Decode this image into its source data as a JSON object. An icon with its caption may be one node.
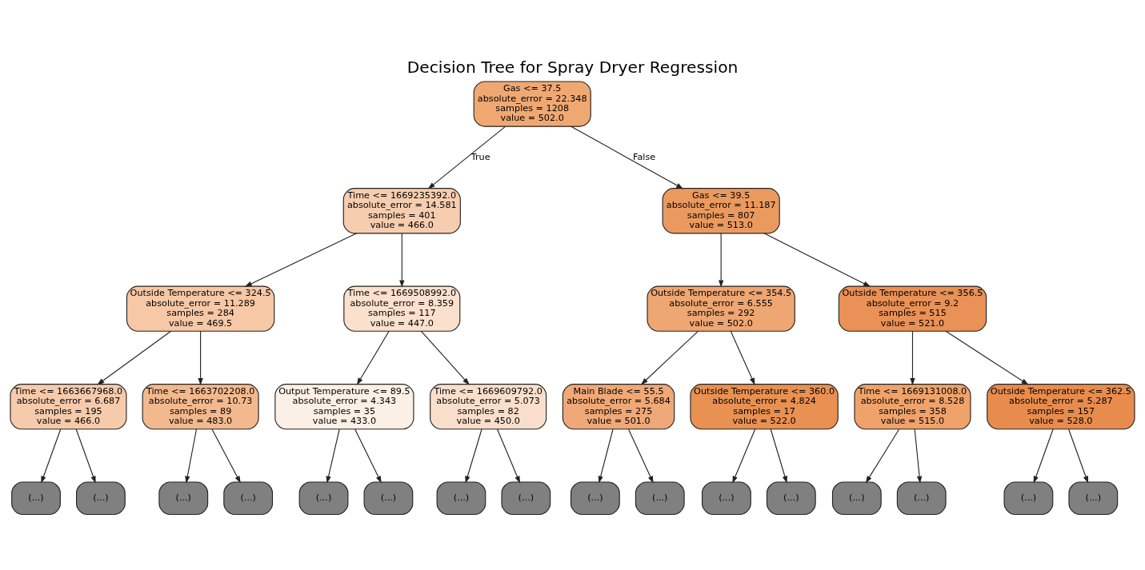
{
  "diagram": {
    "title": "Decision Tree for Spray Dryer Regression",
    "nodes": [
      {
        "text": [
          "Gas <= 37.5",
          "absolute_error = 22.348",
          "samples = 1208",
          "value = 502.0"
        ]
      },
      {
        "text": [
          "Time <= 1669235392.0",
          "absolute_error = 14.581",
          "samples = 401",
          "value = 466.0"
        ]
      },
      {
        "text": [
          "Gas <= 39.5",
          "absolute_error = 11.187",
          "samples = 807",
          "value = 513.0"
        ]
      },
      {
        "text": [
          "Outside Temperature <= 324.5",
          "absolute_error = 11.289",
          "samples = 284",
          "value = 469.5"
        ]
      },
      {
        "text": [
          "Time <= 1669508992.0",
          "absolute_error = 8.359",
          "samples = 117",
          "value = 447.0"
        ]
      },
      {
        "text": [
          "Outside Temperature <= 354.5",
          "absolute_error = 6.555",
          "samples = 292",
          "value = 502.0"
        ]
      },
      {
        "text": [
          "Outside Temperature <= 356.5",
          "absolute_error = 9.2",
          "samples = 515",
          "value = 521.0"
        ]
      },
      {
        "text": [
          "Time <= 1663667968.0",
          "absolute_error = 6.687",
          "samples = 195",
          "value = 466.0"
        ]
      },
      {
        "text": [
          "Time <= 1663702208.0",
          "absolute_error = 10.73",
          "samples = 89",
          "value = 483.0"
        ]
      },
      {
        "text": [
          "Output Temperature <= 89.5",
          "absolute_error = 4.343",
          "samples = 35",
          "value = 433.0"
        ]
      },
      {
        "text": [
          "Time <= 1669609792.0",
          "absolute_error = 5.073",
          "samples = 82",
          "value = 450.0"
        ]
      },
      {
        "text": [
          "Main Blade <= 55.5",
          "absolute_error = 5.684",
          "samples = 275",
          "value = 501.0"
        ]
      },
      {
        "text": [
          "Outside Temperature <= 360.0",
          "absolute_error = 4.824",
          "samples = 17",
          "value = 522.0"
        ]
      },
      {
        "text": [
          "Time <= 1669131008.0",
          "absolute_error = 8.528",
          "samples = 358",
          "value = 515.0"
        ]
      },
      {
        "text": [
          "Outside Temperature <= 362.5",
          "absolute_error = 5.287",
          "samples = 157",
          "value = 528.0"
        ]
      },
      {
        "text": [
          "(...)"
        ]
      },
      {
        "text": [
          "(...)"
        ]
      },
      {
        "text": [
          "(...)"
        ]
      },
      {
        "text": [
          "(...)"
        ]
      },
      {
        "text": [
          "(...)"
        ]
      },
      {
        "text": [
          "(...)"
        ]
      },
      {
        "text": [
          "(...)"
        ]
      },
      {
        "text": [
          "(...)"
        ]
      },
      {
        "text": [
          "(...)"
        ]
      },
      {
        "text": [
          "(...)"
        ]
      },
      {
        "text": [
          "(...)"
        ]
      },
      {
        "text": [
          "(...)"
        ]
      },
      {
        "text": [
          "(...)"
        ]
      },
      {
        "text": [
          "(...)"
        ]
      },
      {
        "text": [
          "(...)"
        ]
      },
      {
        "text": [
          "(...)"
        ]
      }
    ],
    "edges": [
      {
        "from": 0,
        "to": 1,
        "arrow": "to",
        "label": "True"
      },
      {
        "from": 0,
        "to": 2,
        "arrow": "to",
        "label": "False"
      },
      {
        "from": 1,
        "to": 3,
        "arrow": "to"
      },
      {
        "from": 1,
        "to": 4,
        "arrow": "to"
      },
      {
        "from": 2,
        "to": 5,
        "arrow": "to"
      },
      {
        "from": 2,
        "to": 6,
        "arrow": "to"
      },
      {
        "from": 3,
        "to": 7,
        "arrow": "to"
      },
      {
        "from": 3,
        "to": 8,
        "arrow": "to"
      },
      {
        "from": 4,
        "to": 9,
        "arrow": "to"
      },
      {
        "from": 4,
        "to": 10,
        "arrow": "to"
      },
      {
        "from": 5,
        "to": 11,
        "arrow": "to"
      },
      {
        "from": 5,
        "to": 12,
        "arrow": "to"
      },
      {
        "from": 6,
        "to": 13,
        "arrow": "to"
      },
      {
        "from": 6,
        "to": 14,
        "arrow": "to"
      },
      {
        "from": 7,
        "to": 15,
        "arrow": "to"
      },
      {
        "from": 7,
        "to": 16,
        "arrow": "to"
      },
      {
        "from": 8,
        "to": 17,
        "arrow": "to"
      },
      {
        "from": 8,
        "to": 18,
        "arrow": "to"
      },
      {
        "from": 9,
        "to": 19,
        "arrow": "to"
      },
      {
        "from": 9,
        "to": 20,
        "arrow": "to"
      },
      {
        "from": 10,
        "to": 21,
        "arrow": "to"
      },
      {
        "from": 10,
        "to": 22,
        "arrow": "to"
      },
      {
        "from": 11,
        "to": 23,
        "arrow": "to"
      },
      {
        "from": 11,
        "to": 24,
        "arrow": "to"
      },
      {
        "from": 12,
        "to": 25,
        "arrow": "to"
      },
      {
        "from": 12,
        "to": 26,
        "arrow": "to"
      },
      {
        "from": 13,
        "to": 27,
        "arrow": "to"
      },
      {
        "from": 13,
        "to": 28,
        "arrow": "to"
      },
      {
        "from": 14,
        "to": 29,
        "arrow": "to"
      },
      {
        "from": 14,
        "to": 30,
        "arrow": "to"
      }
    ]
  }
}
